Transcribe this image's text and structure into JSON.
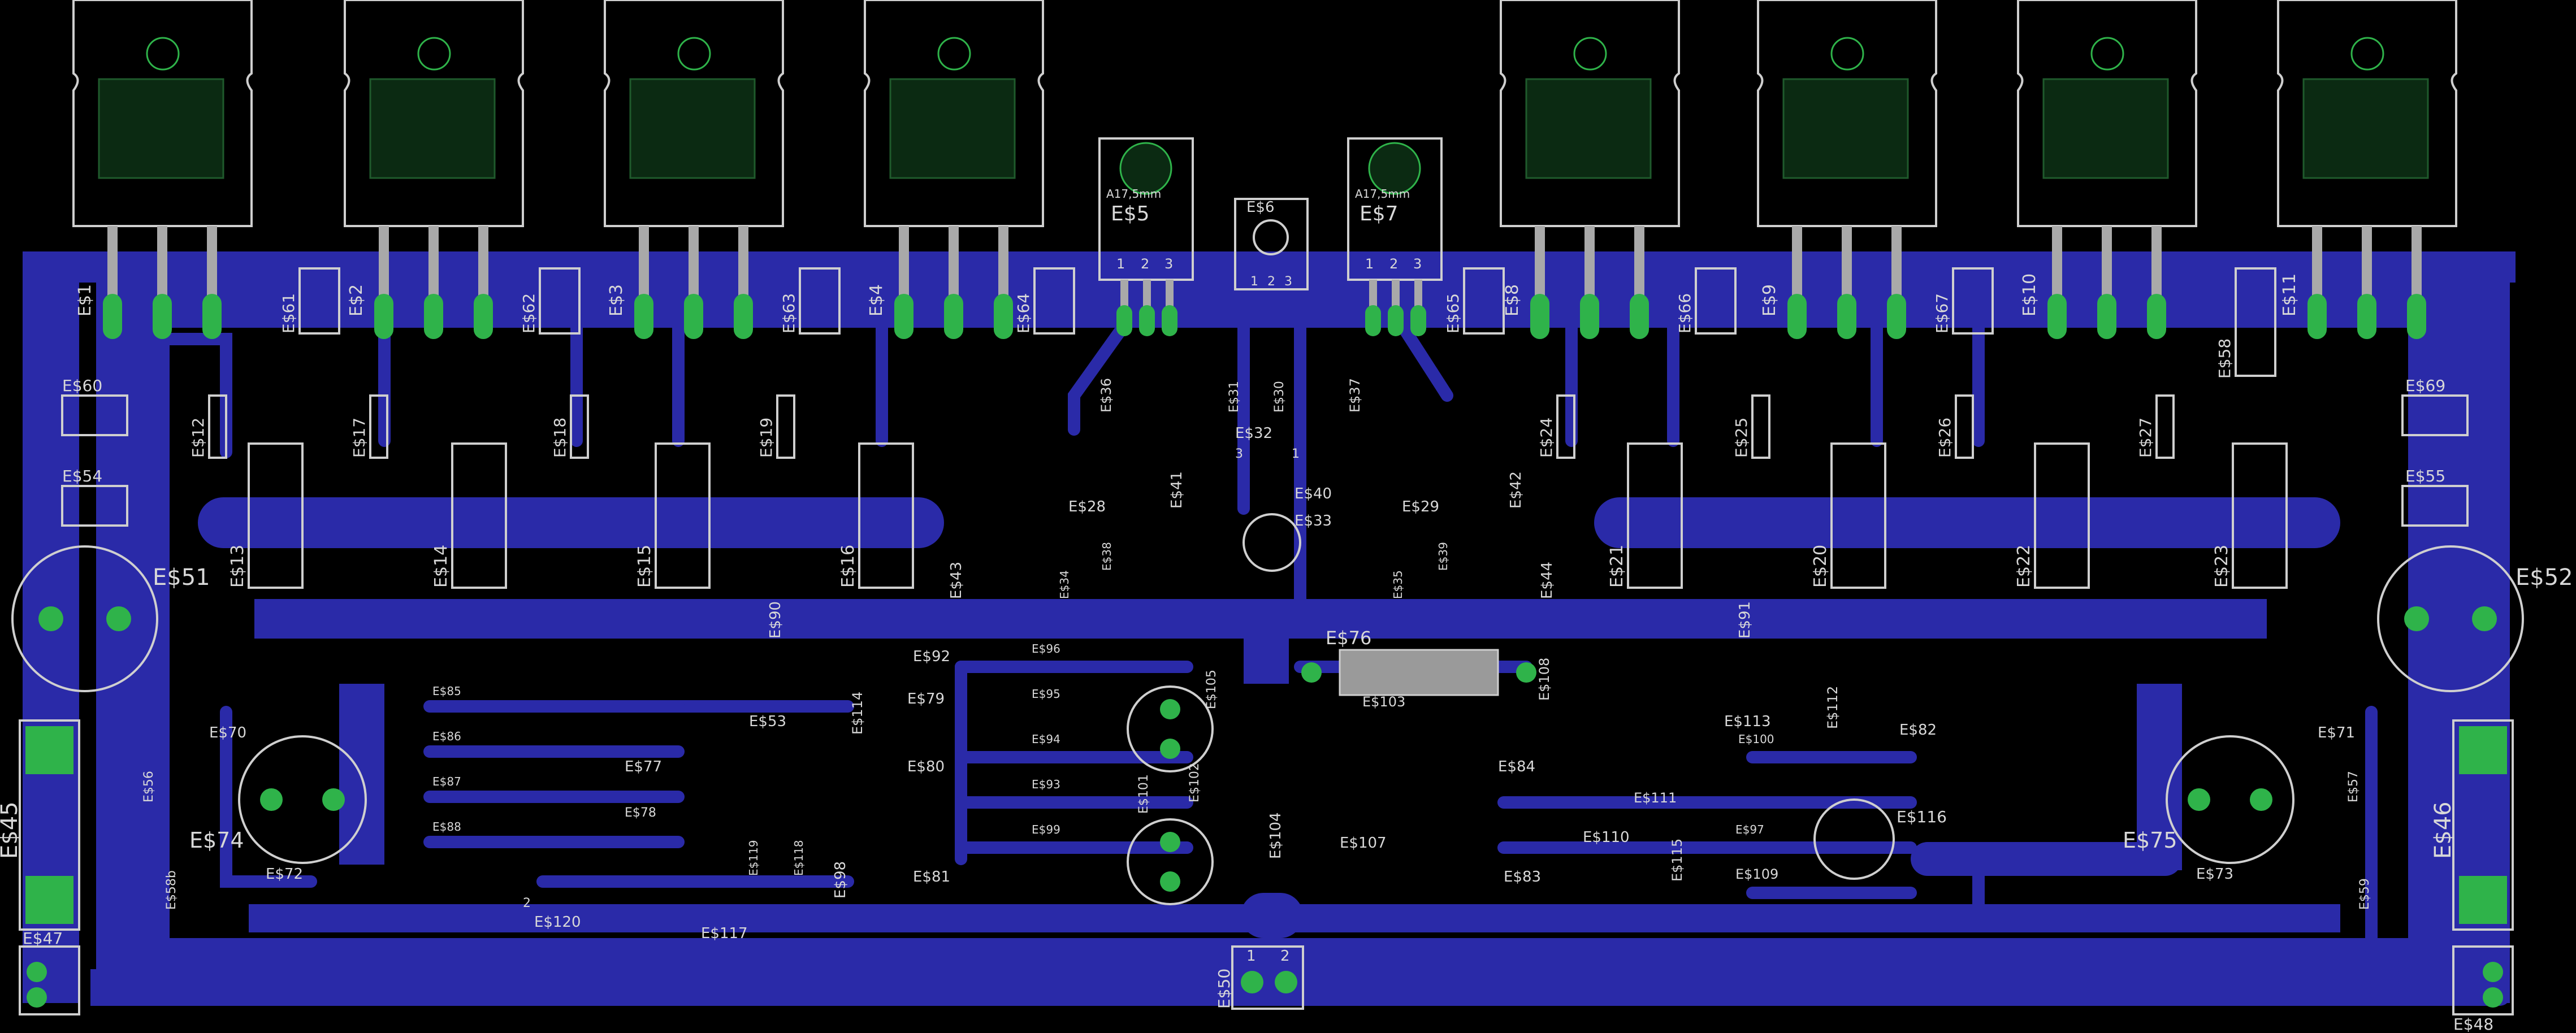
{
  "colors": {
    "background": "#000000",
    "copper": "#2a2aa8",
    "pad": "#2fb34a",
    "via_hole": "#5fd38a",
    "silk": "#d8d8d8",
    "package_body": "#0b2a12"
  },
  "transistors_top": [
    {
      "label": "E$1"
    },
    {
      "label": "E$2"
    },
    {
      "label": "E$3"
    },
    {
      "label": "E$4"
    },
    {
      "label": "E$8"
    },
    {
      "label": "E$9"
    },
    {
      "label": "E$10"
    },
    {
      "label": "E$11"
    }
  ],
  "drivers": [
    {
      "label": "E$5",
      "sub": "A17,5mm",
      "pins": [
        "1",
        "2",
        "3"
      ]
    },
    {
      "label": "E$7",
      "sub": "A17,5mm",
      "pins": [
        "1",
        "2",
        "3"
      ]
    }
  ],
  "trimmer": {
    "label": "E$6",
    "pins": [
      "1",
      "2",
      "3"
    ]
  },
  "small_caps_top": [
    "E$61",
    "E$62",
    "E$63",
    "E$64",
    "E$65",
    "E$66",
    "E$67",
    "E$58"
  ],
  "resistors_row": [
    "E$12",
    "E$17",
    "E$18",
    "E$19",
    "E$24",
    "E$25",
    "E$26",
    "E$27"
  ],
  "power_resistors": [
    "E$13",
    "E$14",
    "E$15",
    "E$16",
    "E$21",
    "E$20",
    "E$22",
    "E$23"
  ],
  "side_caps": {
    "left_top": "E$60",
    "left_mid": "E$54",
    "right_top": "E$69",
    "right_mid": "E$55"
  },
  "big_caps": {
    "left": "E$51",
    "right": "E$52",
    "left2": "E$74",
    "right2": "E$75"
  },
  "fuses": {
    "left": "E$45",
    "right": "E$46"
  },
  "terminals": {
    "left": "E$47",
    "right": "E$48",
    "center": "E$50",
    "pins": [
      "1",
      "2"
    ]
  },
  "center_labels": [
    "E$36",
    "E$31",
    "E$30",
    "E$32",
    "E$37",
    "E$28",
    "E$41",
    "E$29",
    "E$42",
    "E$40",
    "E$33",
    "E$34",
    "E$38",
    "E$35",
    "E$39",
    "E$43",
    "E$44",
    "E$90",
    "E$91",
    "E$76",
    "E$108",
    "E$103",
    "E$53",
    "E$114",
    "E$92",
    "E$79",
    "E$80",
    "E$81",
    "E$77",
    "E$78",
    "E$96",
    "E$95",
    "E$94",
    "E$93",
    "E$99",
    "E$105",
    "E$102",
    "E$101",
    "E$104",
    "E$107",
    "E$98",
    "E$119",
    "E$118",
    "E$117",
    "E$120",
    "E$85",
    "E$86",
    "E$87",
    "E$88",
    "E$84",
    "E$83",
    "E$110",
    "E$111",
    "E$115",
    "E$109",
    "E$97",
    "E$100",
    "E$113",
    "E$112",
    "E$82",
    "E$116",
    "E$56",
    "E$57",
    "E$58b",
    "E$59",
    "E$70",
    "E$71",
    "E$72",
    "E$73"
  ],
  "misc_text": {
    "pin3": "3",
    "pin1": "1",
    "pin2": "2"
  }
}
